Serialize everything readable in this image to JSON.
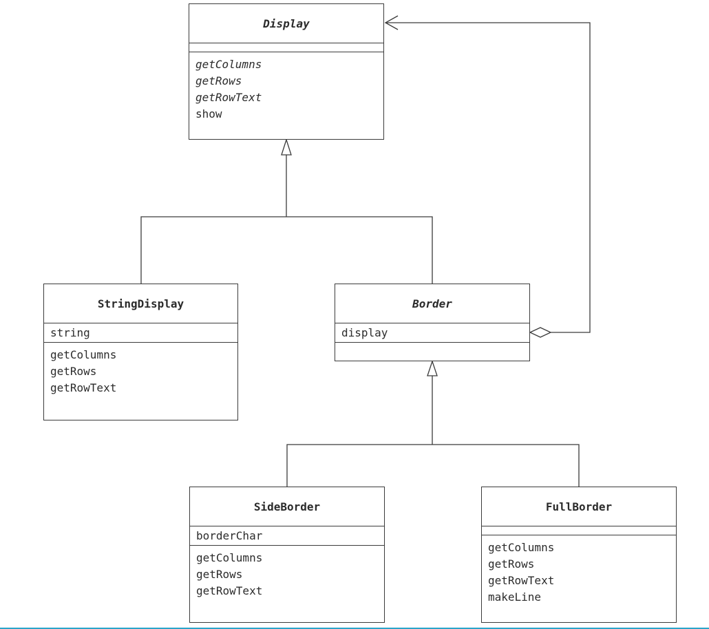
{
  "classes": {
    "display": {
      "name": "Display",
      "methods": [
        "getColumns",
        "getRows",
        "getRowText",
        "show"
      ]
    },
    "string_display": {
      "name": "StringDisplay",
      "fields": [
        "string"
      ],
      "methods": [
        "getColumns",
        "getRows",
        "getRowText"
      ]
    },
    "border": {
      "name": "Border",
      "fields": [
        "display"
      ]
    },
    "side_border": {
      "name": "SideBorder",
      "fields": [
        "borderChar"
      ],
      "methods": [
        "getColumns",
        "getRows",
        "getRowText"
      ]
    },
    "full_border": {
      "name": "FullBorder",
      "methods": [
        "getColumns",
        "getRows",
        "getRowText",
        "makeLine"
      ]
    }
  },
  "colors": {
    "line": "#3a3a3a",
    "text": "#2b2b2b",
    "accent_rule": "#2aa5c9"
  }
}
